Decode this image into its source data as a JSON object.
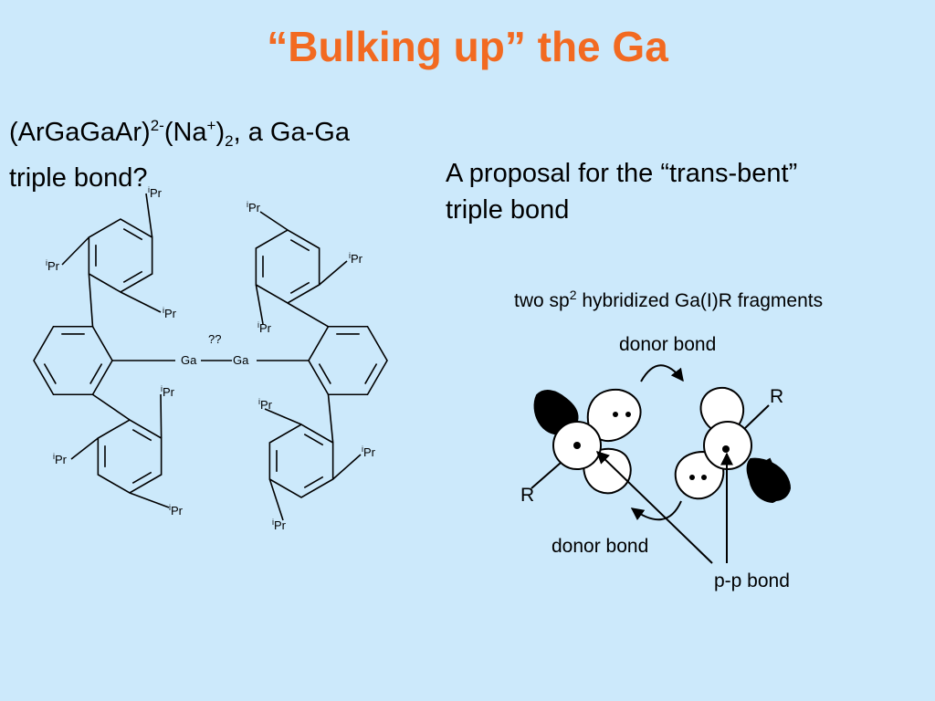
{
  "slide": {
    "title": "“Bulking up” the Ga",
    "left": {
      "formula_part1": "(ArGaGaAr)",
      "formula_sup1": "2-",
      "formula_part2": "(Na",
      "formula_sup2": "+",
      "formula_part3": ")",
      "formula_sub": "2",
      "formula_part4": ", a Ga-Ga",
      "line2": "triple bond?"
    },
    "right": {
      "line1": "A proposal for the “trans-bent”",
      "line2": "triple bond",
      "fragments_part1": "two sp",
      "fragments_sup": "2",
      "fragments_part2": " hybridized Ga(I)R fragments"
    }
  },
  "molecule": {
    "ga_left": "Ga",
    "ga_right": "Ga",
    "bond_question": "??",
    "ipr_label": "Pr",
    "ipr_sup": "i"
  },
  "orbital": {
    "donor_top": "donor bond",
    "donor_bottom": "donor bond",
    "pp_bond": "p-p bond",
    "r_right": "R",
    "r_left": "R"
  }
}
